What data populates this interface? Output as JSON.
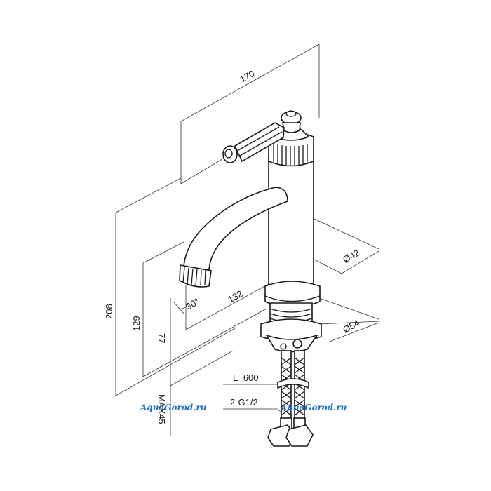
{
  "drawing": {
    "dimensions": {
      "width_total": "170",
      "height_total": "208",
      "spout_height": "129",
      "spout_to_base": "77",
      "spout_reach": "132",
      "spout_angle": "30°",
      "body_diameter": "Ø42",
      "base_diameter": "Ø54",
      "deck_thickness": "MAX45"
    },
    "hoses": {
      "length": "L=600",
      "thread": "2-G1/2"
    }
  },
  "watermark": {
    "left": "AquaGorod.ru",
    "right": "AquaGorod.ru"
  }
}
